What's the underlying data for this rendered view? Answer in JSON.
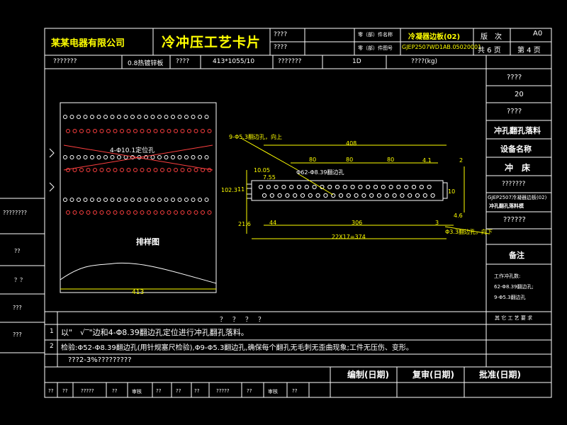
{
  "title_block": {
    "company": "某某电器有限公司",
    "card_title": "冷冲压工艺卡片",
    "unk_r1": "????",
    "unk_r2": "????",
    "part_name_label": "零（部）件名称",
    "part_name_value": "冷凝器边板(02)",
    "part_no_label": "零（部）件图号",
    "part_no_value": "GJEP2507WD1AB.05020001",
    "edition_label": "版　次",
    "edition_value": "A0",
    "total_pages": "共 6 页",
    "page_no": "第 4 页"
  },
  "material_row": {
    "c1": "???????",
    "c2": "0.8热镀锌板",
    "c3": "????",
    "c4": "413*1055/10",
    "c5": "???????",
    "c6": "1D",
    "c7": "????(kg)"
  },
  "right_panel": {
    "r1": "????",
    "r2": "20",
    "r3": "????",
    "r4": "冲孔翻孔落料",
    "r5": "设备名称",
    "r6": "冲　床",
    "r7": "???????",
    "r8a": "GJEP2507冷凝器边板(02)",
    "r8b": "冲孔翻孔落料模",
    "r9": "??????",
    "r10": "备注",
    "remarks": [
      "工作冲孔数:",
      "62-Φ8.39翻边孔;",
      "9-Φ5.3翻边孔"
    ]
  },
  "left_column": [
    "????????",
    "??",
    "？？",
    "???",
    "???"
  ],
  "drawing": {
    "layout_label": "排样图",
    "hole_label": "4-Φ10.1定位孔",
    "width_dim": "413",
    "flange_note": "9-Φ5.3翻边孔，向上",
    "hole_note": "Φ62-Φ8.39翻边孔",
    "dim_408": "408",
    "dim_80a": "80",
    "dim_80b": "80",
    "dim_80c": "80",
    "dim_2": "2",
    "dim_41": "4.1",
    "dim_755": "7.55",
    "dim_1005": "10.05",
    "dim_1023": "102.3",
    "dim_11": "11",
    "dim_10": "10",
    "dim_46": "4.6",
    "dim_216": "21.6",
    "dim_44": "44",
    "dim_306": "306",
    "dim_3": "3",
    "dim_bottom": "22X17=374",
    "flange_down": "Φ3.3翻边孔，向下"
  },
  "process": {
    "header": "？　？　？　？",
    "header_right": "其 它 工 艺 要 求",
    "seq1": "1",
    "step1": "以\"　√‾\"边和4-Φ8.39翻边孔定位进行冲孔翻孔落料。",
    "seq2": "2",
    "step2": "检验:Φ52-Φ8.39翻边孔(用针规塞尺检验),Φ9-Φ5.3翻边孔,确保每个翻孔无毛刺无歪曲现象;工件无压伤、变形。",
    "note": "???2-3%?????????"
  },
  "sign": {
    "edit": "编制(日期)",
    "review": "复审(日期)",
    "approve": "批准(日期)"
  },
  "footer": [
    "??",
    "??",
    "?????",
    "??",
    "审核",
    "??",
    "??",
    "??",
    "?????",
    "??",
    "审核",
    "??"
  ]
}
